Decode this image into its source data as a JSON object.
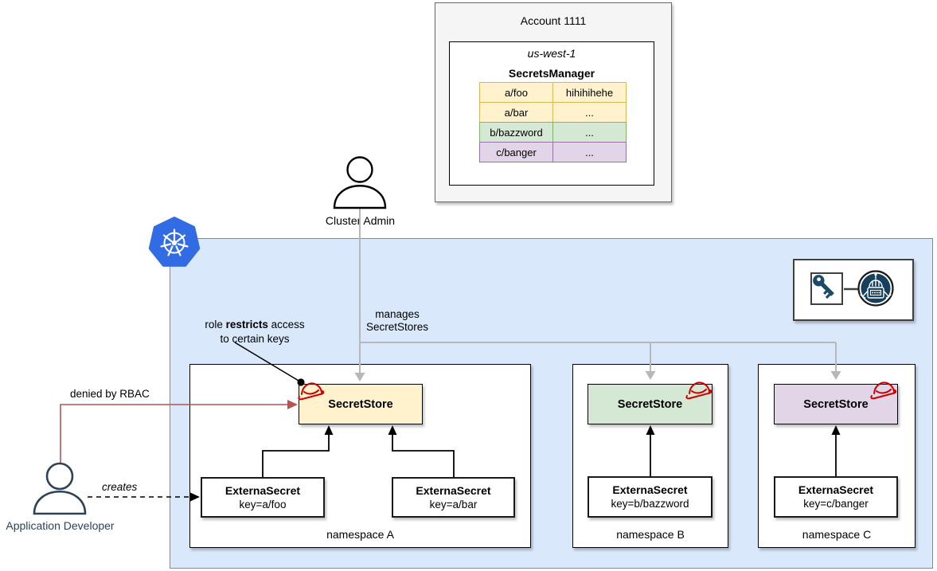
{
  "account": {
    "title": "Account 1111",
    "region": "us-west-1",
    "service": "SecretsManager",
    "table": {
      "rows": [
        {
          "key": "a/foo",
          "value": "hihihihehe",
          "color": "#fff2cc"
        },
        {
          "key": "a/bar",
          "value": "...",
          "color": "#fff2cc"
        },
        {
          "key": "b/bazzword",
          "value": "...",
          "color": "#d5e8d4"
        },
        {
          "key": "c/banger",
          "value": "...",
          "color": "#e1d5e7"
        }
      ]
    }
  },
  "actors": {
    "cluster_admin": "Cluster Admin",
    "application_developer": "Application Developer"
  },
  "labels": {
    "manages_line1": "manages",
    "manages_line2": "SecretStores",
    "role_line1_pre": "role ",
    "role_line1_bold": "restricts",
    "role_line1_post": " access",
    "role_line2": "to certain keys",
    "denied": "denied by RBAC",
    "creates": "creates"
  },
  "namespaces": [
    {
      "label": "namespace A",
      "secret_store": "SecretStore",
      "store_color": "#fff2cc",
      "external_secrets": [
        {
          "title": "ExternaSecret",
          "key": "key=a/foo"
        },
        {
          "title": "ExternaSecret",
          "key": "key=a/bar"
        }
      ]
    },
    {
      "label": "namespace B",
      "secret_store": "SecretStore",
      "store_color": "#d5e8d4",
      "external_secrets": [
        {
          "title": "ExternaSecret",
          "key": "key=b/bazzword"
        }
      ]
    },
    {
      "label": "namespace C",
      "secret_store": "SecretStore",
      "store_color": "#e1d5e7",
      "external_secrets": [
        {
          "title": "ExternaSecret",
          "key": "key=c/banger"
        }
      ]
    }
  ],
  "icons": {
    "kubernetes": "kubernetes-logo",
    "key": "key-icon",
    "robot": "external-secrets-robot-icon",
    "hat": "red-role-hat-icon",
    "person": "user-icon"
  },
  "colors": {
    "cluster_fill": "#dae8fc",
    "cluster_border": "#6c8ebf",
    "yellow_fill": "#fff2cc",
    "yellow_border": "#d6b656",
    "green_fill": "#d5e8d4",
    "green_border": "#82b366",
    "purple_fill": "#e1d5e7",
    "purple_border": "#9673a6",
    "red_line": "#b85450",
    "hat_red": "#cc0000",
    "gray_line": "#b8b8b8",
    "navy": "#16405d",
    "k8s_blue": "#326ce5"
  }
}
